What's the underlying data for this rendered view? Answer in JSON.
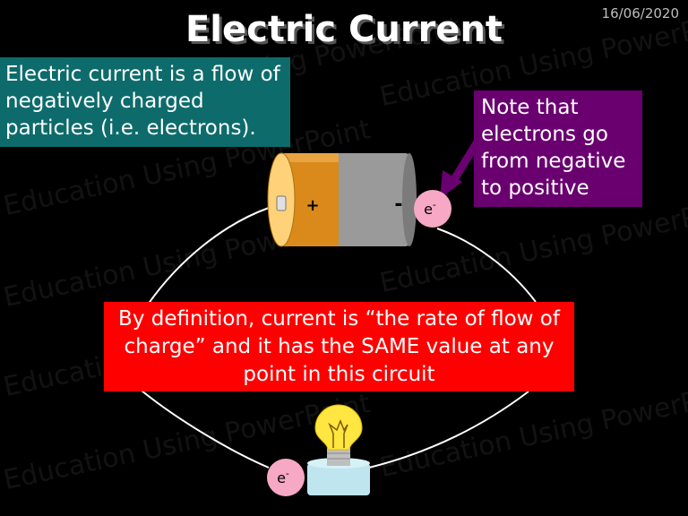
{
  "slide": {
    "date": "16/06/2020",
    "title": "Electric Current",
    "info_text": "Electric current is a flow of negatively charged particles (i.e. electrons).",
    "note_text": "Note that electrons go from negative to positive",
    "definition_text": "By definition, current is “the rate of flow of charge” and it has the SAME value at any point in this circuit",
    "watermark": "Education Using PowerPoint"
  },
  "battery": {
    "plus_label": "+",
    "minus_label": "-"
  },
  "electron": {
    "label": "e",
    "charge": "-"
  },
  "colors": {
    "info_box": "#0e6b6b",
    "note_box": "#6a0070",
    "definition_box": "#ff0000",
    "electron": "#f7a8c4",
    "arrow": "#6a0070",
    "battery_copper": "#d98a1a",
    "battery_grey": "#9a9a9a",
    "bulb": "#ffe640"
  }
}
